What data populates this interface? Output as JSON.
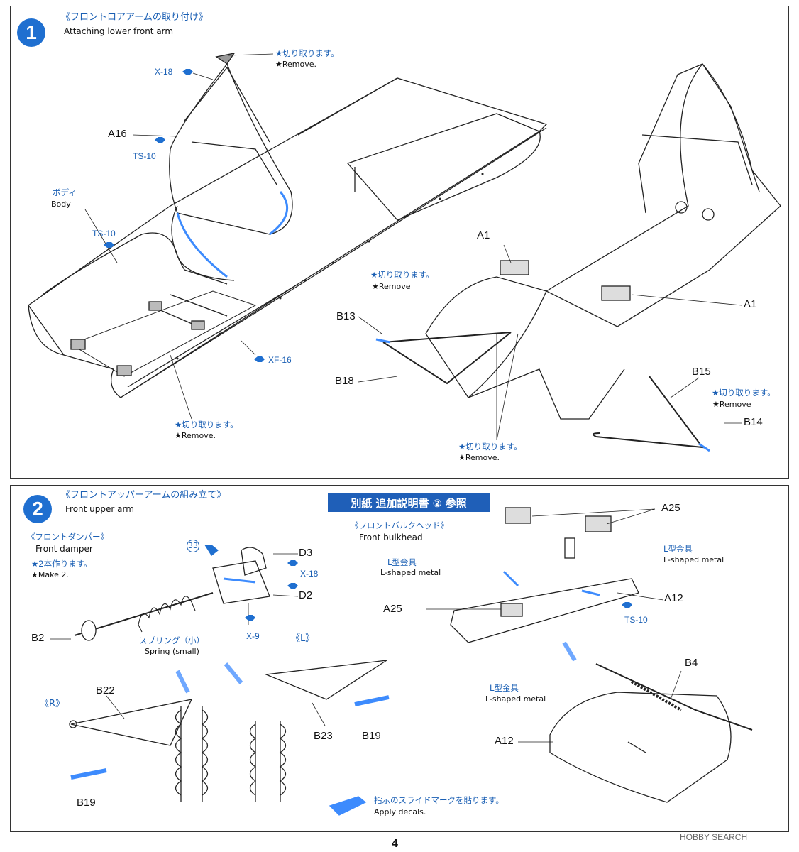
{
  "page_number": "4",
  "watermark": "HOBBY SEARCH",
  "colors": {
    "accent": "#1f6fd0",
    "part_highlight": "#3d8bfd",
    "line": "#222"
  },
  "step1": {
    "number": "1",
    "title_jp": "《フロントロアアームの取り付け》",
    "title_en": "Attaching lower front arm",
    "labels": {
      "x18": "X-18",
      "remove_jp": "★切り取ります。",
      "remove_en": "★Remove.",
      "remove_en_2": "★Remove",
      "a16": "A16",
      "ts10": "TS-10",
      "body_jp": "ボディ",
      "body_en": "Body",
      "xf16": "XF-16",
      "a1": "A1",
      "b13": "B13",
      "b18": "B18",
      "b15": "B15",
      "b14": "B14"
    }
  },
  "step2": {
    "number": "2",
    "title_jp": "《フロントアッパーアームの組み立て》",
    "title_en": "Front upper arm",
    "notice": "別紙 追加説明書 ② 参照",
    "damper_jp": "《フロントダンパー》",
    "damper_en": "Front damper",
    "make2_jp": "★2本作ります。",
    "make2_en": "★Make 2.",
    "bulkhead_jp": "《フロントバルクヘッド》",
    "bulkhead_en": "Front bulkhead",
    "labels": {
      "n33": "33",
      "d3": "D3",
      "x18": "X-18",
      "d2": "D2",
      "x9": "X-9",
      "b2": "B2",
      "spring_jp": "スプリング（小）",
      "spring_en": "Spring (small)",
      "left": "《L》",
      "right": "《R》",
      "b22": "B22",
      "b23": "B23",
      "b19": "B19",
      "a25": "A25",
      "lmetal_jp": "L型金具",
      "lmetal_en": "L-shaped metal",
      "a12": "A12",
      "ts10": "TS-10",
      "b4": "B4",
      "decal_jp": "指示のスライドマークを貼ります。",
      "decal_en": "Apply decals."
    }
  }
}
